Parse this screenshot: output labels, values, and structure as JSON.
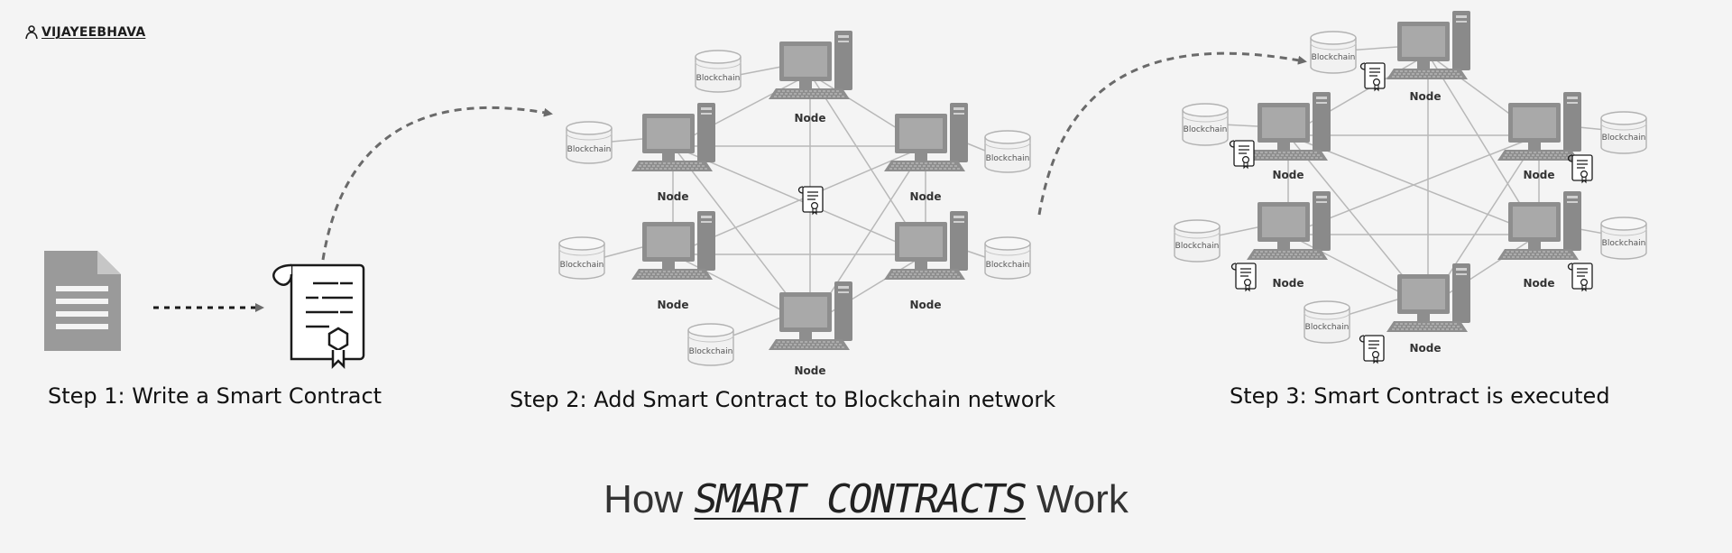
{
  "brand": {
    "name": "VIJAYEEBHAVA",
    "logo_icon": "person-icon"
  },
  "steps": [
    {
      "label": "Step 1:  Write a Smart Contract"
    },
    {
      "label": "Step 2:  Add Smart Contract to Blockchain network"
    },
    {
      "label": "Step 3:  Smart Contract is executed"
    }
  ],
  "title": {
    "prefix": "How ",
    "emphasis": "SMART CONTRACTS",
    "suffix": " Work"
  },
  "node_label": "Node",
  "blockchain_label": "Blockchain",
  "colors": {
    "background": "#f4f4f4",
    "computer": "#8e8e8e",
    "screen": "#a9a9a9",
    "line": "#b8b8b8",
    "arrow": "#6a6a6a",
    "document": "#9a9a9a",
    "contract": "#1a1a1a"
  }
}
